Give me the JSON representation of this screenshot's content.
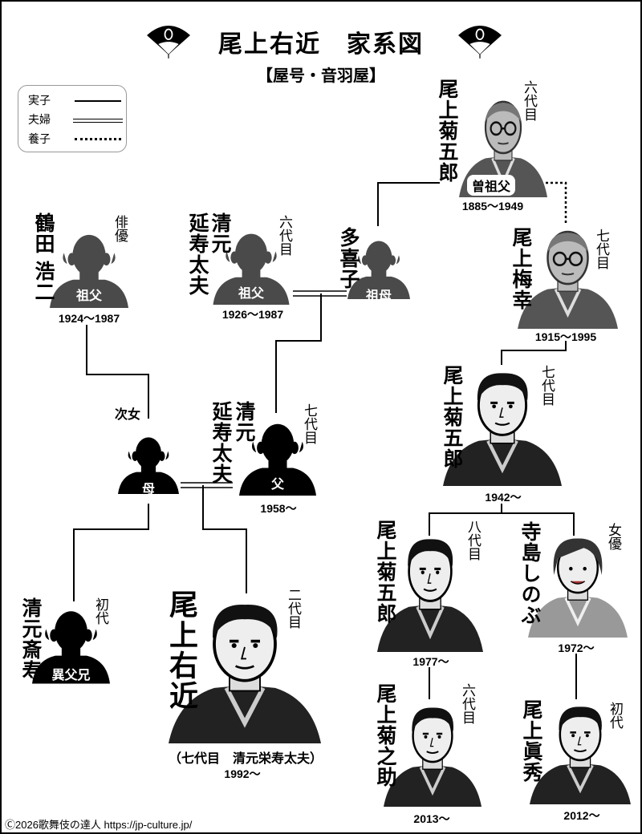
{
  "header": {
    "title": "尾上右近　家系図",
    "yago": "【屋号・音羽屋】"
  },
  "legend": {
    "biological": "実子",
    "married": "夫婦",
    "adopted": "養子"
  },
  "people": {
    "kikugoro6": {
      "name": "尾上菊五郎",
      "gen": "六代目",
      "role": "曽祖父",
      "dates": "1885〜1949"
    },
    "tsuruta": {
      "name1": "鶴田",
      "name2": "浩二",
      "gen": "俳優",
      "role": "祖父",
      "dates": "1924〜1987"
    },
    "enjudayu6": {
      "name1": "清元",
      "name2": "延寿太夫",
      "gen": "六代目",
      "role": "祖父",
      "dates": "1926〜1987"
    },
    "takiko": {
      "name": "多喜子",
      "role": "祖母"
    },
    "baiko7": {
      "name": "尾上梅幸",
      "gen": "七代目",
      "dates": "1915〜1995"
    },
    "kikugoro7": {
      "name": "尾上菊五郎",
      "gen": "七代目",
      "dates": "1942〜"
    },
    "mother": {
      "gen": "次女",
      "role": "母"
    },
    "father": {
      "name1": "清元",
      "name2": "延寿太夫",
      "gen": "七代目",
      "role": "父",
      "dates": "1958〜"
    },
    "saiju": {
      "name": "清元斎寿",
      "gen": "初代",
      "role": "異父兄"
    },
    "ukon": {
      "name": "尾上右近",
      "gen": "二代目",
      "alt": "（七代目　清元栄寿太夫）",
      "dates": "1992〜"
    },
    "kikugoro8": {
      "name": "尾上菊五郎",
      "gen": "八代目",
      "dates": "1977〜"
    },
    "shinobu": {
      "name": "寺島しのぶ",
      "gen": "女優",
      "dates": "1972〜"
    },
    "kikunosuke6": {
      "name": "尾上菊之助",
      "gen": "六代目",
      "dates": "2013〜"
    },
    "mahoro": {
      "name": "尾上眞秀",
      "gen": "初代",
      "dates": "2012〜"
    }
  },
  "footer": {
    "copyright": "Ⓒ2026歌舞伎の達人 https://jp-culture.jp/"
  },
  "colors": {
    "silhouette_dark": "#000000",
    "silhouette_gray": "#4a4a4a",
    "portrait_gray": "#8a8a8a"
  }
}
